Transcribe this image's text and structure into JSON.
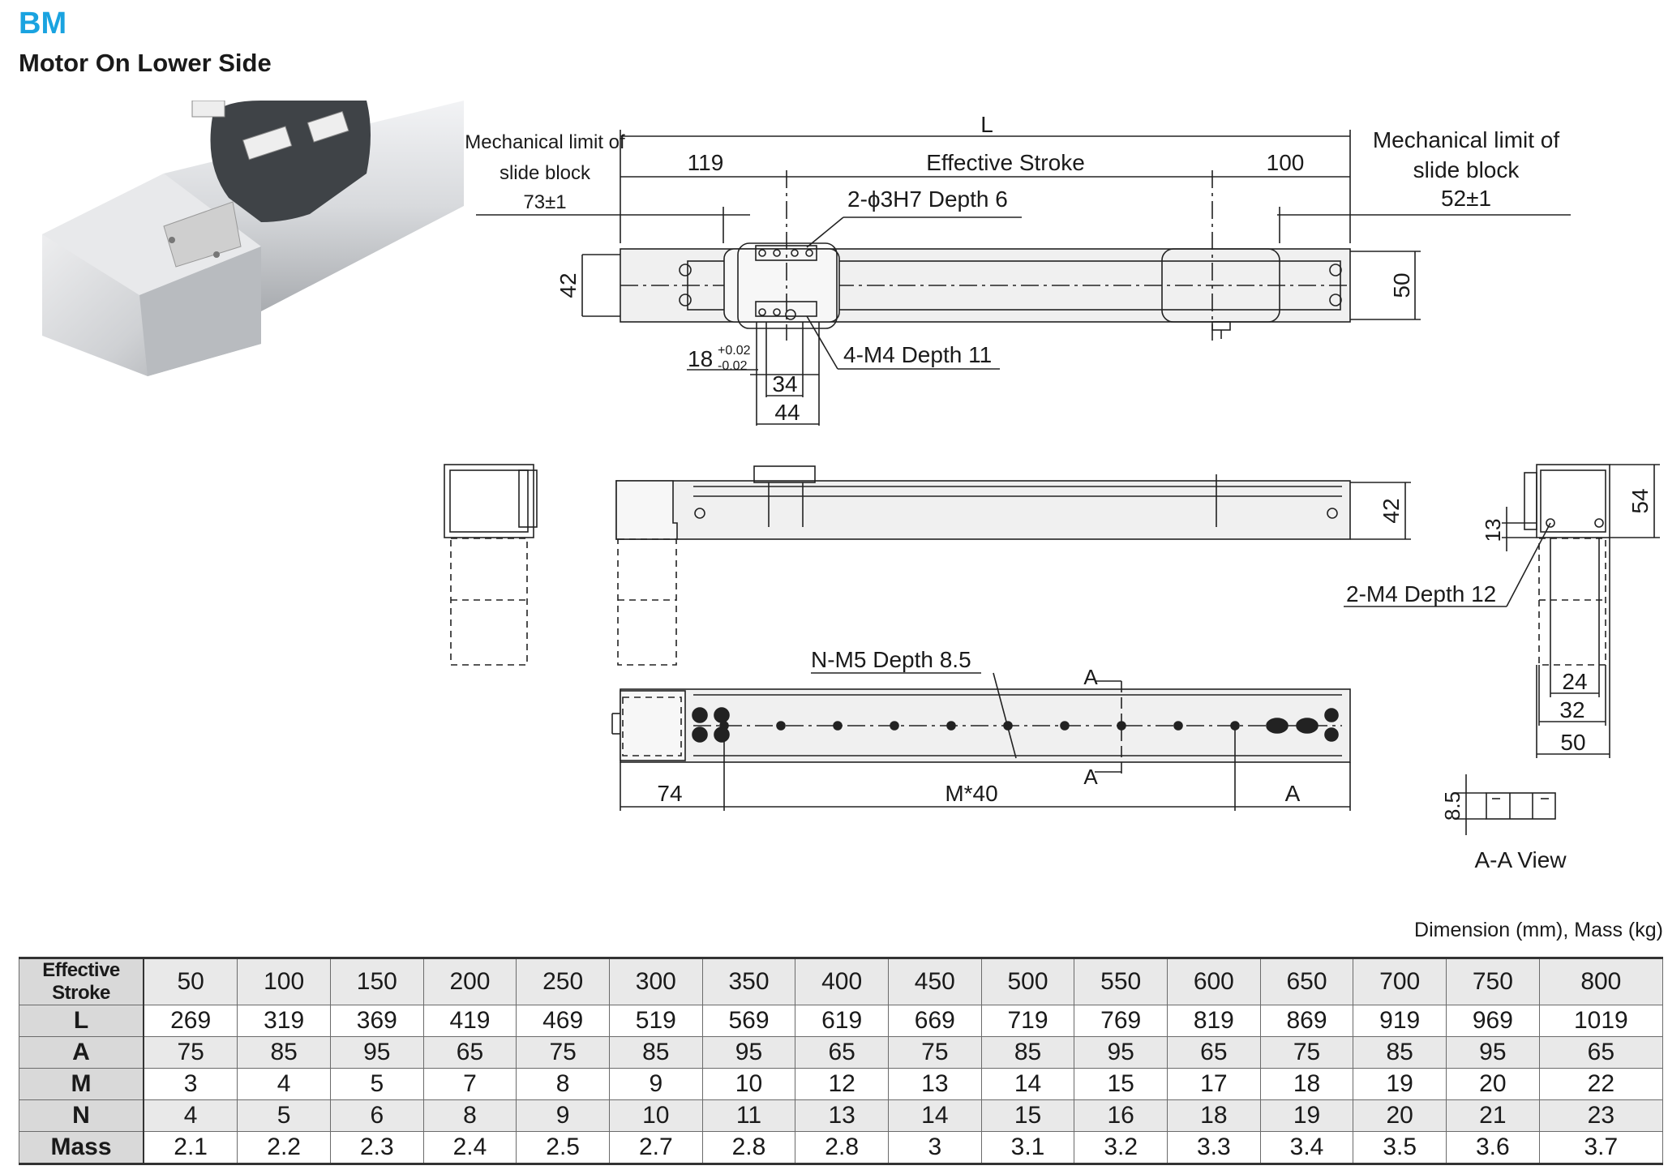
{
  "header": {
    "code": "BM",
    "subtitle": "Motor On Lower Side"
  },
  "top_view": {
    "overall_length": "L",
    "left_offset": "119",
    "effective_stroke_label": "Effective Stroke",
    "right_offset": "100",
    "left_limit_label_line1": "Mechanical limit of",
    "left_limit_label_line2": "slide block",
    "left_limit_value": "73±1",
    "right_limit_label_line1": "Mechanical limit of",
    "right_limit_label_line2": "slide block",
    "right_limit_value": "52±1",
    "pin_hole_callout": "2-ϕ3H7 Depth 6",
    "tapped_hole_callout": "4-M4 Depth 11",
    "width_left": "42",
    "width_right": "50",
    "tolerance_base": "18",
    "tolerance_plus": "+0.02",
    "tolerance_minus": "-0.02",
    "pitch_inner": "34",
    "pitch_outer": "44"
  },
  "side_view": {
    "height": "42"
  },
  "end_view": {
    "height": "54",
    "hole_height": "13",
    "tapped_hole_callout": "2-M4 Depth 12",
    "pitch_inner": "24",
    "pitch_mid": "32",
    "width": "50"
  },
  "bottom_view": {
    "mounting_hole_callout": "N-M5 Depth 8.5",
    "section_mark": "A",
    "left_offset": "74",
    "pitch_label": "M*40",
    "right_offset": "A"
  },
  "section_view": {
    "depth": "8.5",
    "label": "A-A View"
  },
  "table": {
    "units_note": "Dimension (mm), Mass (kg)",
    "rows": [
      {
        "label": "Effective Stroke",
        "values": [
          "50",
          "100",
          "150",
          "200",
          "250",
          "300",
          "350",
          "400",
          "450",
          "500",
          "550",
          "600",
          "650",
          "700",
          "750",
          "800"
        ]
      },
      {
        "label": "L",
        "values": [
          "269",
          "319",
          "369",
          "419",
          "469",
          "519",
          "569",
          "619",
          "669",
          "719",
          "769",
          "819",
          "869",
          "919",
          "969",
          "1019"
        ]
      },
      {
        "label": "A",
        "values": [
          "75",
          "85",
          "95",
          "65",
          "75",
          "85",
          "95",
          "65",
          "75",
          "85",
          "95",
          "65",
          "75",
          "85",
          "95",
          "65"
        ]
      },
      {
        "label": "M",
        "values": [
          "3",
          "4",
          "5",
          "7",
          "8",
          "9",
          "10",
          "12",
          "13",
          "14",
          "15",
          "17",
          "18",
          "19",
          "20",
          "22"
        ]
      },
      {
        "label": "N",
        "values": [
          "4",
          "5",
          "6",
          "8",
          "9",
          "10",
          "11",
          "13",
          "14",
          "15",
          "16",
          "18",
          "19",
          "20",
          "21",
          "23"
        ]
      },
      {
        "label": "Mass",
        "values": [
          "2.1",
          "2.2",
          "2.3",
          "2.4",
          "2.5",
          "2.7",
          "2.8",
          "2.8",
          "3",
          "3.1",
          "3.2",
          "3.3",
          "3.4",
          "3.5",
          "3.6",
          "3.7"
        ]
      }
    ]
  }
}
